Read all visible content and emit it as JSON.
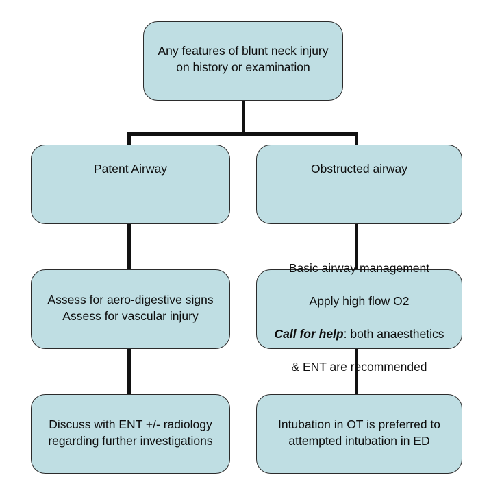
{
  "diagram": {
    "title": "Blunt neck injury airway management flowchart",
    "style": {
      "node_fill": "#bfdee3",
      "node_border": "#2b2b2b",
      "connector_color": "#111111",
      "text_color": "#0d0d0d",
      "background": "#ffffff"
    },
    "nodes": {
      "root": {
        "line1": "Any features of blunt neck injury",
        "line2": "on history or examination",
        "text": "Any features of blunt neck injury\non history or examination"
      },
      "patent_airway": {
        "text": "Patent Airway"
      },
      "obstructed_airway": {
        "text": "Obstructed airway"
      },
      "assess": {
        "line1": "Assess for aero-digestive signs",
        "line2": "Assess for vascular injury",
        "text": "Assess for aero-digestive signs\nAssess for vascular injury"
      },
      "basic_airway": {
        "line1": "Basic airway management",
        "line2": "Apply high flow O2",
        "line3_emphasis": "Call for help",
        "line3_rest": ": both anaesthetics",
        "line4": "& ENT are recommended"
      },
      "discuss_ent": {
        "line1": "Discuss with ENT +/- radiology",
        "line2": "regarding further investigations",
        "text": "Discuss with ENT +/- radiology\nregarding further investigations"
      },
      "intubation": {
        "line1": "Intubation in OT is preferred to",
        "line2": "attempted intubation in ED",
        "text": "Intubation in OT is preferred to\nattempted intubation in ED"
      }
    }
  }
}
